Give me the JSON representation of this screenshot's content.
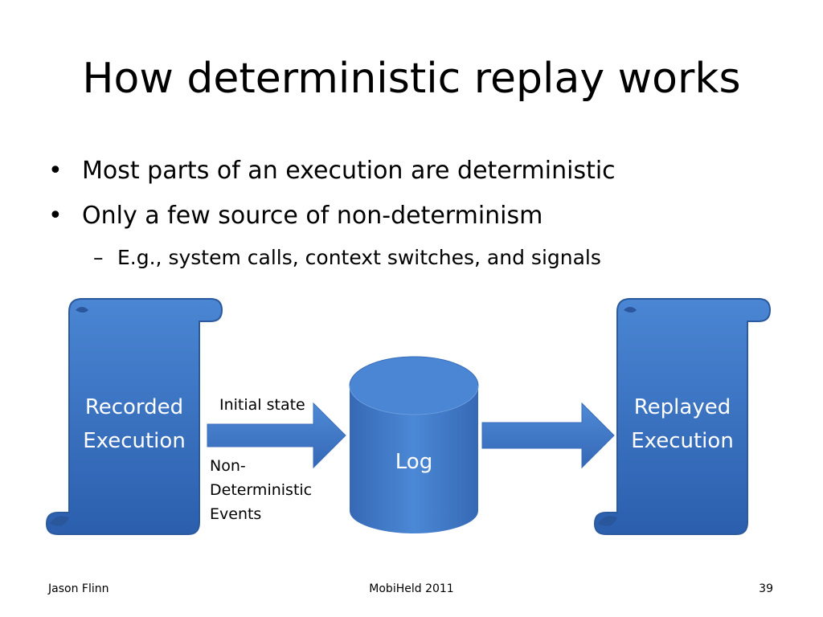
{
  "slide": {
    "title": "How deterministic replay works",
    "bullets": [
      "Most parts of an execution are deterministic",
      "Only a few source of non-determinism"
    ],
    "sub_bullets": [
      "E.g., system calls, context switches, and signals"
    ],
    "bullet_glyph": "•",
    "sub_glyph": "–"
  },
  "diagram": {
    "recorded": "Recorded\nExecution",
    "replayed": "Replayed\nExecution",
    "log": "Log",
    "arrow_label_top": "Initial state",
    "arrow_label_bottom": "Non-\nDeterministic\nEvents"
  },
  "footer": {
    "author": "Jason Flinn",
    "venue": "MobiHeld 2011",
    "page": "39"
  },
  "colors": {
    "shape_fill_top": "#4a86d3",
    "shape_fill_bottom": "#2b5fae",
    "shape_stroke": "#2c5a9e"
  }
}
